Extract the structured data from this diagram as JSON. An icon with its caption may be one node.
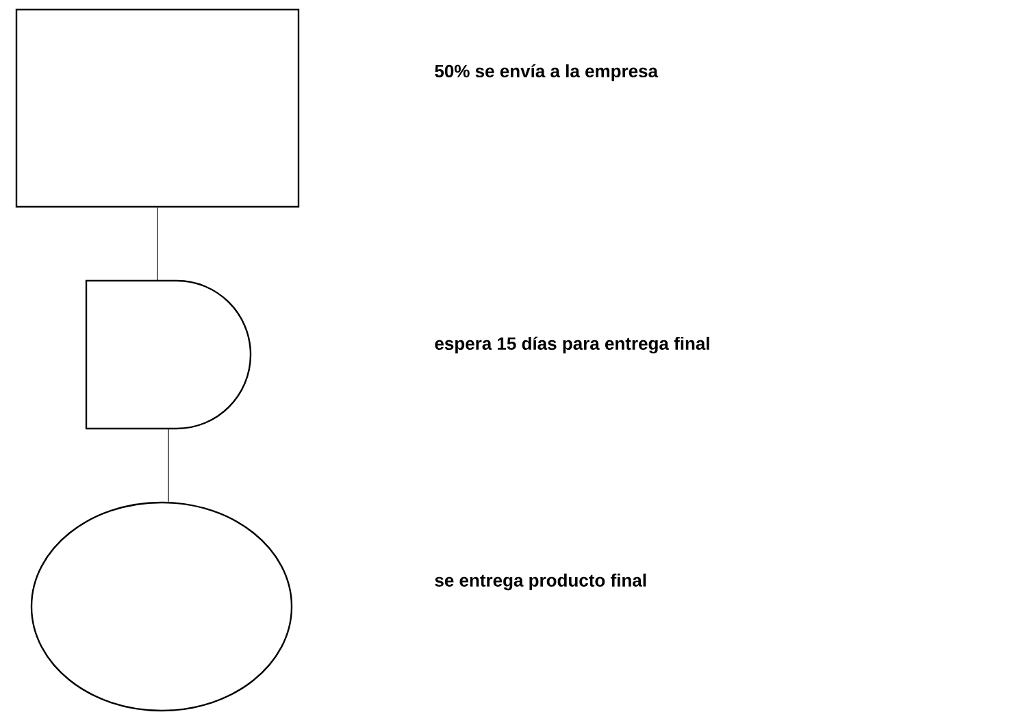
{
  "diagram": {
    "nodes": [
      {
        "text": [],
        "shape": "box"
      },
      {
        "text": [],
        "shape": "delay"
      },
      {
        "text": [],
        "shape": "ellipse"
      }
    ],
    "edges": [
      {
        "from": 0,
        "to": 1,
        "arrow": "none"
      },
      {
        "from": 1,
        "to": 2,
        "arrow": "none"
      }
    ],
    "labels": [
      "50% se envía a la empresa",
      "espera 15 días para entrega final",
      "se entrega producto final"
    ]
  }
}
